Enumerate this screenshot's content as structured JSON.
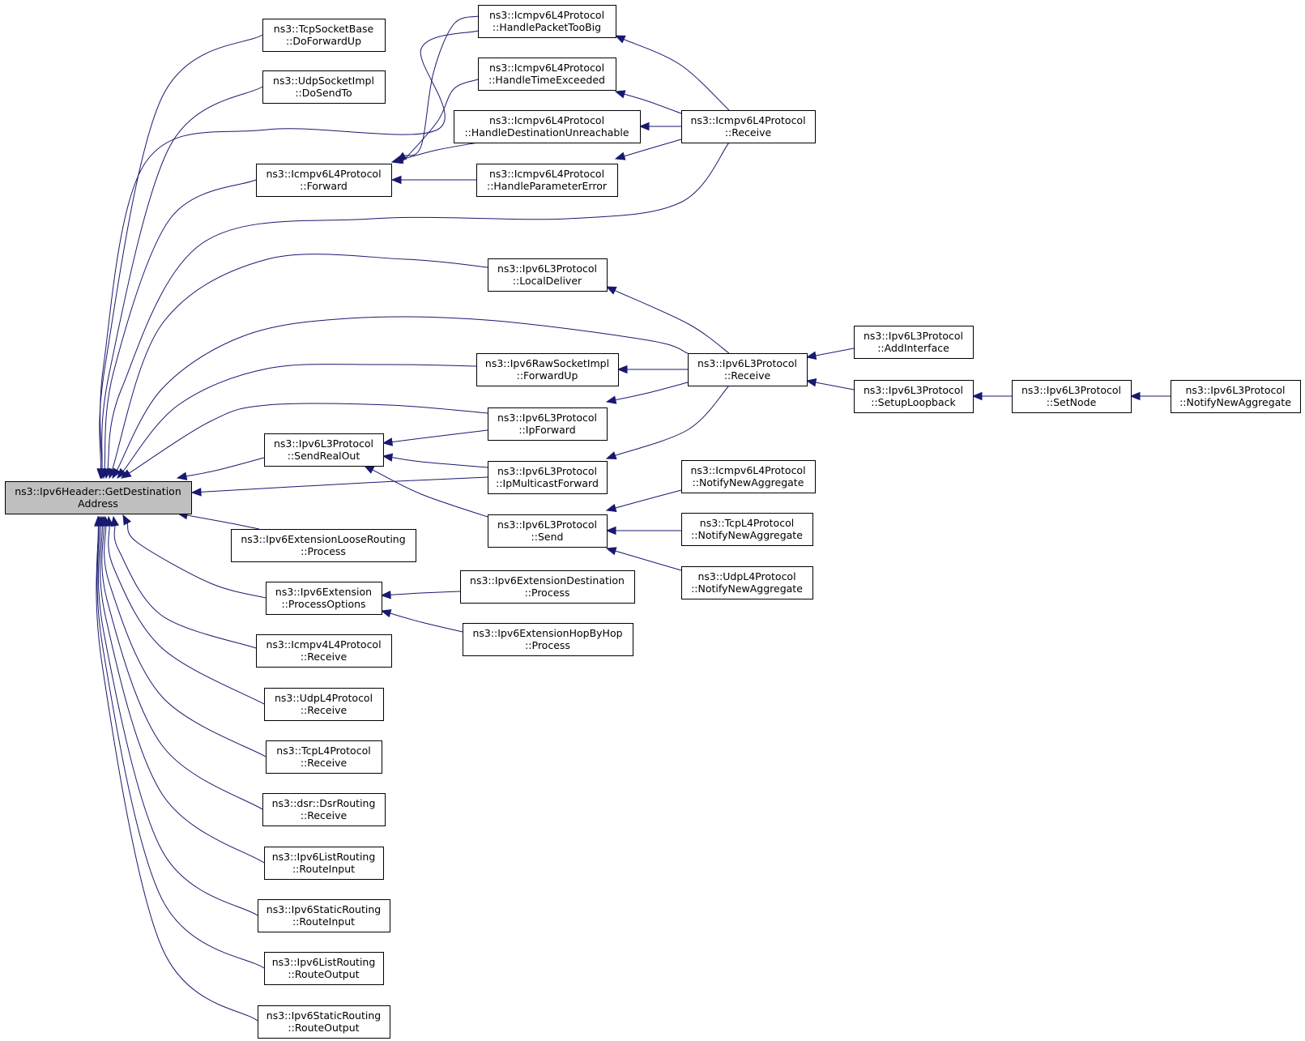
{
  "nodes": [
    {
      "id": "root",
      "lines": [
        "ns3::Ipv6Header::GetDestination",
        "Address"
      ],
      "root": true
    },
    {
      "id": "tcpsb_dfu",
      "lines": [
        "ns3::TcpSocketBase",
        "::DoForwardUp"
      ]
    },
    {
      "id": "udpsi_dst",
      "lines": [
        "ns3::UdpSocketImpl",
        "::DoSendTo"
      ]
    },
    {
      "id": "icmp6_fwd",
      "lines": [
        "ns3::Icmpv6L4Protocol",
        "::Forward"
      ]
    },
    {
      "id": "icmp6_hptb",
      "lines": [
        "ns3::Icmpv6L4Protocol",
        "::HandlePacketTooBig"
      ]
    },
    {
      "id": "icmp6_hte",
      "lines": [
        "ns3::Icmpv6L4Protocol",
        "::HandleTimeExceeded"
      ]
    },
    {
      "id": "icmp6_hdu",
      "lines": [
        "ns3::Icmpv6L4Protocol",
        "::HandleDestinationUnreachable"
      ]
    },
    {
      "id": "icmp6_hpe",
      "lines": [
        "ns3::Icmpv6L4Protocol",
        "::HandleParameterError"
      ]
    },
    {
      "id": "icmp6_rcv",
      "lines": [
        "ns3::Icmpv6L4Protocol",
        "::Receive"
      ]
    },
    {
      "id": "ipv6l3_ld",
      "lines": [
        "ns3::Ipv6L3Protocol",
        "::LocalDeliver"
      ]
    },
    {
      "id": "ipv6l3_rcv",
      "lines": [
        "ns3::Ipv6L3Protocol",
        "::Receive"
      ]
    },
    {
      "id": "ipv6l3_ai",
      "lines": [
        "ns3::Ipv6L3Protocol",
        "::AddInterface"
      ]
    },
    {
      "id": "ipv6l3_sl",
      "lines": [
        "ns3::Ipv6L3Protocol",
        "::SetupLoopback"
      ]
    },
    {
      "id": "ipv6l3_sn",
      "lines": [
        "ns3::Ipv6L3Protocol",
        "::SetNode"
      ]
    },
    {
      "id": "ipv6l3_nna",
      "lines": [
        "ns3::Ipv6L3Protocol",
        "::NotifyNewAggregate"
      ]
    },
    {
      "id": "raw_fu",
      "lines": [
        "ns3::Ipv6RawSocketImpl",
        "::ForwardUp"
      ]
    },
    {
      "id": "ipv6l3_ipf",
      "lines": [
        "ns3::Ipv6L3Protocol",
        "::IpForward"
      ]
    },
    {
      "id": "ipv6l3_sro",
      "lines": [
        "ns3::Ipv6L3Protocol",
        "::SendRealOut"
      ]
    },
    {
      "id": "ipv6l3_imf",
      "lines": [
        "ns3::Ipv6L3Protocol",
        "::IpMulticastForward"
      ]
    },
    {
      "id": "ipv6l3_snd",
      "lines": [
        "ns3::Ipv6L3Protocol",
        "::Send"
      ]
    },
    {
      "id": "icmp6_nna",
      "lines": [
        "ns3::Icmpv6L4Protocol",
        "::NotifyNewAggregate"
      ]
    },
    {
      "id": "tcpl4_nna",
      "lines": [
        "ns3::TcpL4Protocol",
        "::NotifyNewAggregate"
      ]
    },
    {
      "id": "udpl4_nna",
      "lines": [
        "ns3::UdpL4Protocol",
        "::NotifyNewAggregate"
      ]
    },
    {
      "id": "ext_loose",
      "lines": [
        "ns3::Ipv6ExtensionLooseRouting",
        "::Process"
      ]
    },
    {
      "id": "ext_po",
      "lines": [
        "ns3::Ipv6Extension",
        "::ProcessOptions"
      ]
    },
    {
      "id": "ext_dest",
      "lines": [
        "ns3::Ipv6ExtensionDestination",
        "::Process"
      ]
    },
    {
      "id": "ext_hbh",
      "lines": [
        "ns3::Ipv6ExtensionHopByHop",
        "::Process"
      ]
    },
    {
      "id": "icmp4_rcv",
      "lines": [
        "ns3::Icmpv4L4Protocol",
        "::Receive"
      ]
    },
    {
      "id": "udpl4_rcv",
      "lines": [
        "ns3::UdpL4Protocol",
        "::Receive"
      ]
    },
    {
      "id": "tcpl4_rcv",
      "lines": [
        "ns3::TcpL4Protocol",
        "::Receive"
      ]
    },
    {
      "id": "dsr_rcv",
      "lines": [
        "ns3::dsr::DsrRouting",
        "::Receive"
      ]
    },
    {
      "id": "lr_ri",
      "lines": [
        "ns3::Ipv6ListRouting",
        "::RouteInput"
      ]
    },
    {
      "id": "sr_ri",
      "lines": [
        "ns3::Ipv6StaticRouting",
        "::RouteInput"
      ]
    },
    {
      "id": "lr_ro",
      "lines": [
        "ns3::Ipv6ListRouting",
        "::RouteOutput"
      ]
    },
    {
      "id": "sr_ro",
      "lines": [
        "ns3::Ipv6StaticRouting",
        "::RouteOutput"
      ]
    }
  ],
  "edges": [
    {
      "from": "tcpsb_dfu",
      "to": "root"
    },
    {
      "from": "udpsi_dst",
      "to": "root"
    },
    {
      "from": "icmp6_hptb",
      "to": "root"
    },
    {
      "from": "icmp6_fwd",
      "to": "root"
    },
    {
      "from": "icmp6_rcv",
      "to": "root"
    },
    {
      "from": "ipv6l3_ld",
      "to": "root"
    },
    {
      "from": "ipv6l3_rcv",
      "to": "root"
    },
    {
      "from": "raw_fu",
      "to": "root"
    },
    {
      "from": "ipv6l3_ipf",
      "to": "root"
    },
    {
      "from": "ipv6l3_sro",
      "to": "root"
    },
    {
      "from": "ipv6l3_imf",
      "to": "root"
    },
    {
      "from": "ext_loose",
      "to": "root"
    },
    {
      "from": "ext_po",
      "to": "root"
    },
    {
      "from": "icmp4_rcv",
      "to": "root"
    },
    {
      "from": "udpl4_rcv",
      "to": "root"
    },
    {
      "from": "tcpl4_rcv",
      "to": "root"
    },
    {
      "from": "dsr_rcv",
      "to": "root"
    },
    {
      "from": "lr_ri",
      "to": "root"
    },
    {
      "from": "sr_ri",
      "to": "root"
    },
    {
      "from": "lr_ro",
      "to": "root"
    },
    {
      "from": "sr_ro",
      "to": "root"
    },
    {
      "from": "icmp6_hptb",
      "to": "icmp6_fwd"
    },
    {
      "from": "icmp6_hte",
      "to": "icmp6_fwd"
    },
    {
      "from": "icmp6_hdu",
      "to": "icmp6_fwd"
    },
    {
      "from": "icmp6_hpe",
      "to": "icmp6_fwd"
    },
    {
      "from": "icmp6_rcv",
      "to": "icmp6_hptb"
    },
    {
      "from": "icmp6_rcv",
      "to": "icmp6_hte"
    },
    {
      "from": "icmp6_rcv",
      "to": "icmp6_hdu"
    },
    {
      "from": "icmp6_rcv",
      "to": "icmp6_hpe"
    },
    {
      "from": "ipv6l3_rcv",
      "to": "ipv6l3_ld"
    },
    {
      "from": "ipv6l3_rcv",
      "to": "raw_fu"
    },
    {
      "from": "ipv6l3_rcv",
      "to": "ipv6l3_ipf"
    },
    {
      "from": "ipv6l3_rcv",
      "to": "ipv6l3_imf"
    },
    {
      "from": "ipv6l3_ai",
      "to": "ipv6l3_rcv"
    },
    {
      "from": "ipv6l3_sl",
      "to": "ipv6l3_rcv"
    },
    {
      "from": "ipv6l3_sn",
      "to": "ipv6l3_sl"
    },
    {
      "from": "ipv6l3_nna",
      "to": "ipv6l3_sn"
    },
    {
      "from": "ipv6l3_ipf",
      "to": "ipv6l3_sro"
    },
    {
      "from": "ipv6l3_imf",
      "to": "ipv6l3_sro"
    },
    {
      "from": "ipv6l3_snd",
      "to": "ipv6l3_sro"
    },
    {
      "from": "icmp6_nna",
      "to": "ipv6l3_snd"
    },
    {
      "from": "tcpl4_nna",
      "to": "ipv6l3_snd"
    },
    {
      "from": "udpl4_nna",
      "to": "ipv6l3_snd"
    },
    {
      "from": "ext_dest",
      "to": "ext_po"
    },
    {
      "from": "ext_hbh",
      "to": "ext_po"
    }
  ]
}
